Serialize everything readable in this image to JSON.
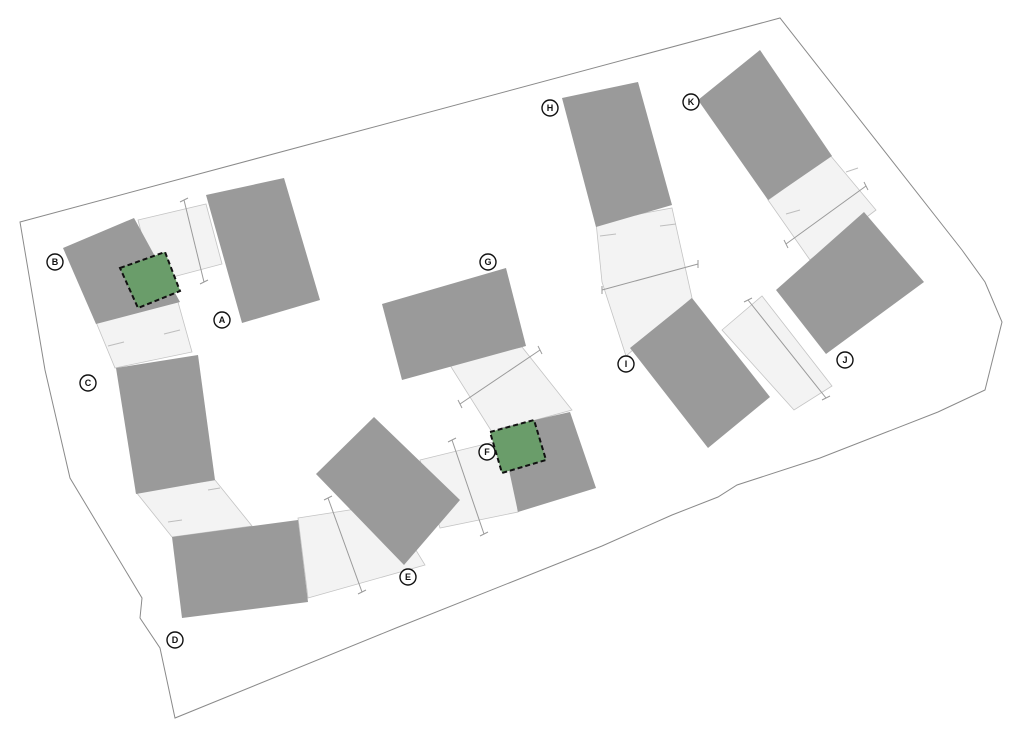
{
  "diagram": {
    "colors": {
      "building": "#9a9a9a",
      "connector": "#f3f3f3",
      "highlight": "#6a9d6a",
      "highlight_light": "#a9d6a4",
      "site_outline": "#8a8a8a"
    },
    "markers": [
      {
        "id": "A",
        "label": "A"
      },
      {
        "id": "B",
        "label": "B"
      },
      {
        "id": "C",
        "label": "C"
      },
      {
        "id": "D",
        "label": "D"
      },
      {
        "id": "E",
        "label": "E"
      },
      {
        "id": "F",
        "label": "F"
      },
      {
        "id": "G",
        "label": "G"
      },
      {
        "id": "H",
        "label": "H"
      },
      {
        "id": "I",
        "label": "I"
      },
      {
        "id": "J",
        "label": "J"
      },
      {
        "id": "K",
        "label": "K"
      }
    ]
  }
}
